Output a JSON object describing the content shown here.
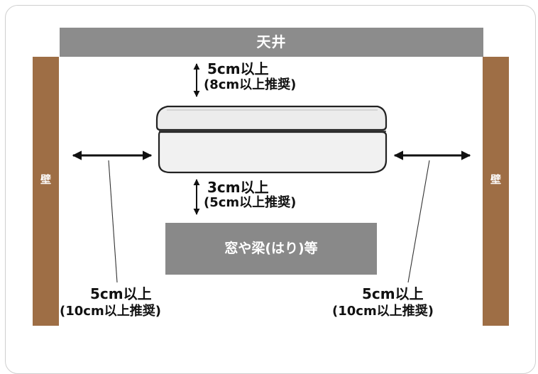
{
  "labels": {
    "ceiling": "天井",
    "wall_left": "壁",
    "wall_right": "壁",
    "obstacle": "窓や梁(はり)等",
    "top_clearance": "5cm以上",
    "top_clearance_rec": "(8cm以上推奨)",
    "bottom_clearance": "3cm以上",
    "bottom_clearance_rec": "(5cm以上推奨)",
    "left_clearance": "5cm以上",
    "left_clearance_rec": "(10cm以上推奨)",
    "right_clearance": "5cm以上",
    "right_clearance_rec": "(10cm以上推奨)"
  },
  "colors": {
    "wall": "#9e6e45",
    "ceiling": "#8c8c8c",
    "obstacle": "#898989",
    "unit_fill": "#ececec",
    "unit_stroke": "#222222",
    "arrow": "#111111"
  }
}
